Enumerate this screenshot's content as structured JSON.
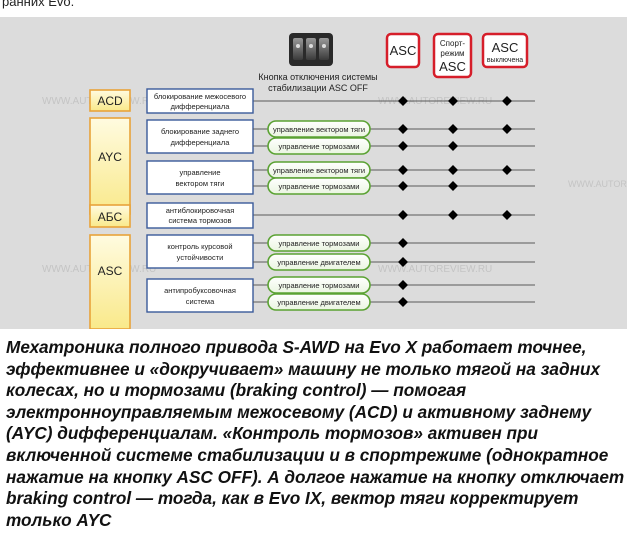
{
  "page": {
    "header_fragment": "ранних Evo."
  },
  "diagram": {
    "button": {
      "caption_line1": "Кнопка отключения системы",
      "caption_line2": "стабилизации ASC OFF"
    },
    "modes": [
      {
        "line1": "ASC",
        "line2": ""
      },
      {
        "line1": "Спорт-",
        "line2": "режим",
        "line3": "ASC"
      },
      {
        "line1": "ASC",
        "line2": "выключена"
      }
    ],
    "systems": [
      {
        "label": "ACD"
      },
      {
        "label": "AYC"
      },
      {
        "label": "АБС"
      },
      {
        "label": "ASC"
      }
    ],
    "functions": [
      {
        "line1": "блокирование межосевого",
        "line2": "дифференциала"
      },
      {
        "line1": "блокирование заднего",
        "line2": "дифференциала"
      },
      {
        "line1": "управление",
        "line2": "вектором тяги"
      },
      {
        "line1": "антиблокировочная",
        "line2": "система тормозов"
      },
      {
        "line1": "контроль курсовой",
        "line2": "устойчивости"
      },
      {
        "line1": "антипробуксовочная",
        "line2": "система"
      }
    ],
    "controls": [
      {
        "label": "управление вектором тяги"
      },
      {
        "label": "управление тормозами"
      },
      {
        "label": "управление вектором тяги"
      },
      {
        "label": "управление тормозами"
      },
      {
        "label": "управление тормозами"
      },
      {
        "label": "управление двигателем"
      },
      {
        "label": "управление тормозами"
      },
      {
        "label": "управление двигателем"
      }
    ],
    "matrix": [
      [
        true,
        true,
        true
      ],
      [
        true,
        true,
        true
      ],
      [
        true,
        true,
        false
      ],
      [
        true,
        true,
        true
      ],
      [
        true,
        true,
        false
      ],
      [
        true,
        true,
        true
      ],
      [
        true,
        false,
        false
      ],
      [
        true,
        false,
        false
      ],
      [
        true,
        false,
        false
      ],
      [
        true,
        false,
        false
      ]
    ],
    "watermarks": [
      "WWW.AUTOREVIEW.RU",
      "WWW.AUTOREVIEW.RU",
      "WWW.AUTOREVIEW.RU",
      "WWW.AUTOREVIEW.RU",
      "WWW.AUTOREVIEW.RU"
    ],
    "colors": {
      "system_box_border": "#e8a33a",
      "system_box_fill": "#fdf3a8",
      "function_box_border": "#3a5a9a",
      "control_pill_border": "#5aa232",
      "mode_box_border": "#d61e2a",
      "line": "#5a5a5a"
    }
  },
  "caption": {
    "text": "Мехатроника полного привода S-AWD на Evo X работает точнее, эффективнее и «докручивает» машину не только тягой на задних колесах, но и тормозами (braking control) — помогая электронноуправляемым межосевому (ACD) и активному заднему (AYC) дифференциалам. «Контроль тормозов» активен при включенной системе стабилизации и в спортрежиме (однократное нажатие на кнопку ASC OFF). А долгое нажатие на кнопку отключает braking control — тогда, как в Evo IX, вектор тяги корректирует только AYC"
  }
}
